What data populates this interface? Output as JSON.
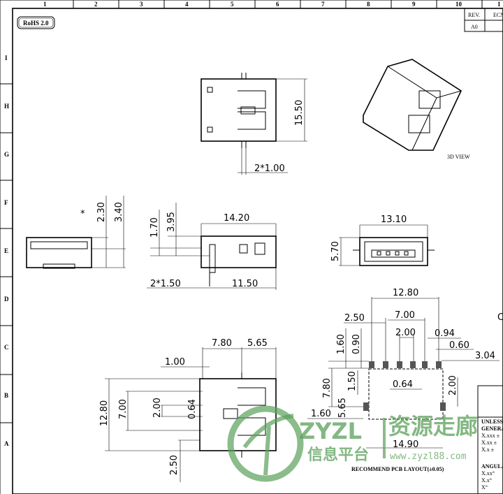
{
  "frame": {
    "columns": [
      "1",
      "2",
      "3",
      "4",
      "5",
      "6",
      "7",
      "8",
      "9",
      "10"
    ],
    "rows": [
      "I",
      "H",
      "G",
      "F",
      "E",
      "D",
      "C",
      "B",
      "A"
    ],
    "rohs_badge": "RoHS 2.0",
    "rev_label": "REV.",
    "ecn_label": "ECN",
    "rev_value": "A0",
    "col_11_partial": "1"
  },
  "top_view": {
    "height_dim": "15.50",
    "pitch_dim": "2*1.00"
  },
  "iso_view": {
    "label": "3D VIEW"
  },
  "side_view": {
    "note_mark": "*",
    "dim_a": "2.30",
    "dim_b": "3.40"
  },
  "front_view": {
    "width_dim": "14.20",
    "dim_170": "1.70",
    "dim_395": "3.95",
    "pitch_dim": "2*1.50",
    "dim_1150": "11.50"
  },
  "end_view": {
    "width_dim": "13.10",
    "height_dim": "5.70"
  },
  "bottom_view": {
    "dim_780": "7.80",
    "dim_565": "5.65",
    "dim_100": "1.00",
    "dim_1280": "12.80",
    "dim_700": "7.00",
    "dim_200": "2.00",
    "dim_064": "0.64",
    "dim_250": "2.50"
  },
  "pcb_layout": {
    "dim_1280": "12.80",
    "dim_250": "2.50",
    "dim_700": "7.00",
    "dim_200": "2.00",
    "dim_094": "0.94",
    "dim_060": "0.60",
    "dim_304": "3.04",
    "dim_160v": "1.60",
    "dim_090": "0.90",
    "dim_150": "1.50",
    "dim_780": "7.80",
    "dim_565": "5.65",
    "dim_064": "0.64",
    "dim_200v": "2.00",
    "dim_160h": "1.60",
    "dim_1490": "14.90",
    "title": "RECOMMEND PCB LAYOUT(±0.05)",
    "partial_letter": "C"
  },
  "title_block": {
    "unless": "UNLESS OT",
    "general": "GENERAL T",
    "tol_xxx": "X.xxx ±",
    "tol_xx": "X.xx ±",
    "tol_x": "X.x ±",
    "angular": "ANGULAR",
    "ang_xx": "X.xx°",
    "ang_x": "X.x°",
    "ang_0": "X°"
  },
  "watermark": {
    "brand_latin": "ZYZL",
    "brand_cn": "资源走廊",
    "sub_cn": "信息平台",
    "url": "www.zyzl88.com"
  },
  "colors": {
    "ink": "#000000",
    "watermark": "#5aa05a"
  }
}
